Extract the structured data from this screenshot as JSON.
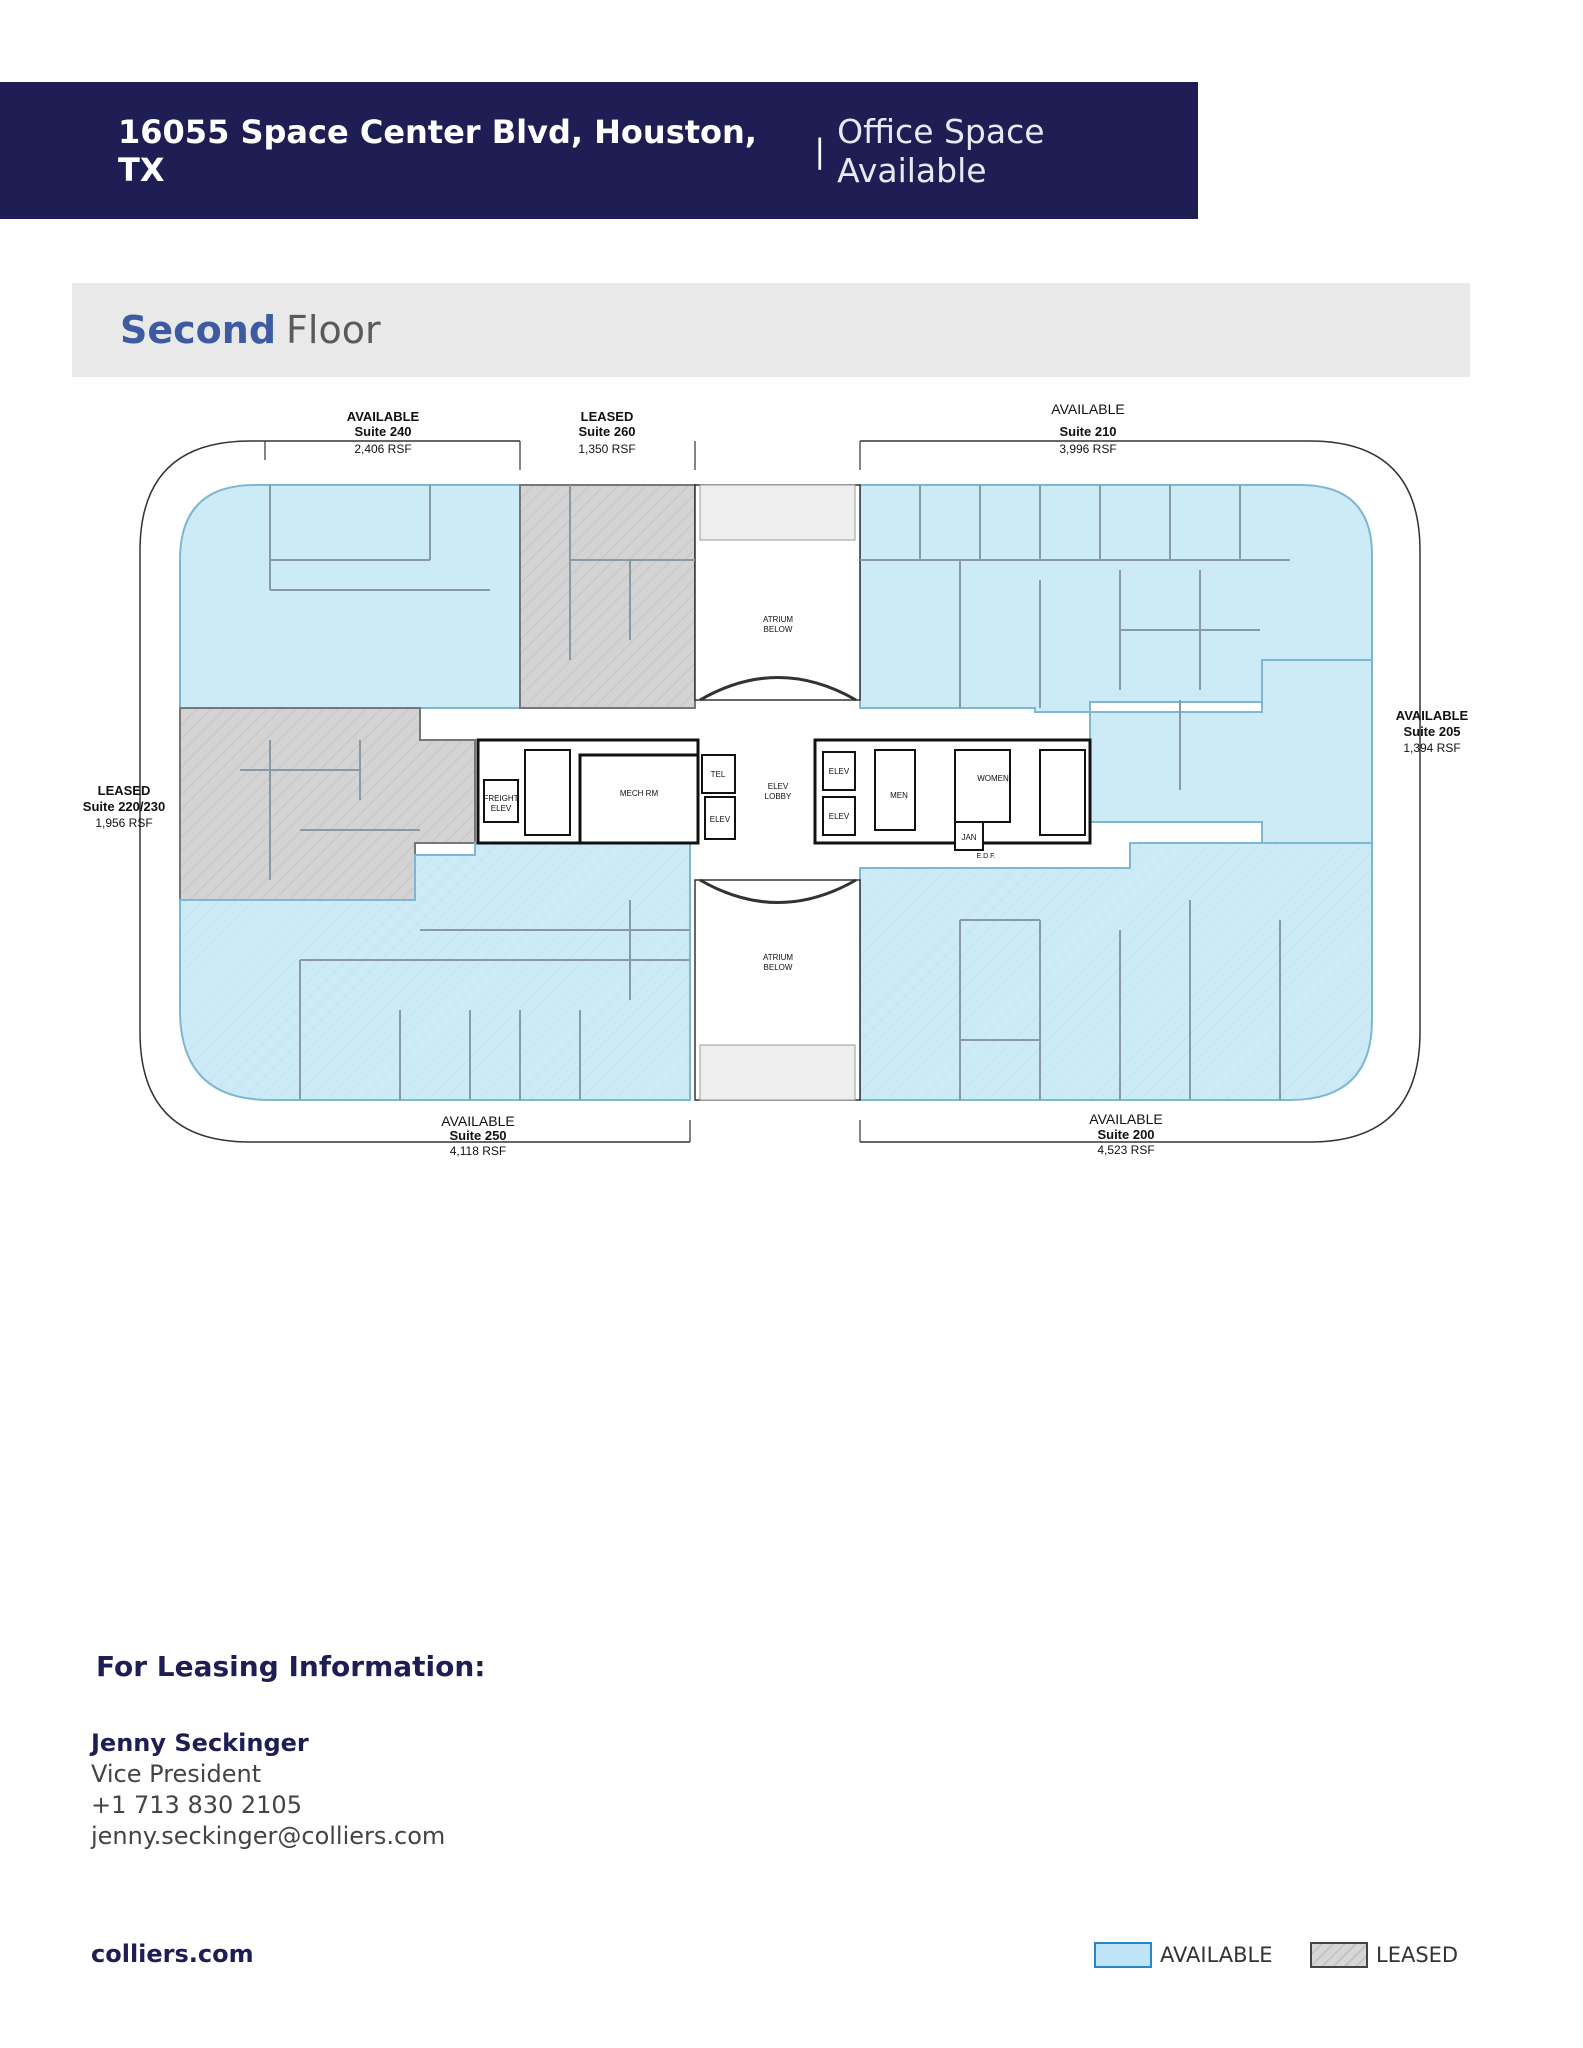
{
  "header": {
    "address": "16055 Space Center Blvd, Houston, TX",
    "separator": "|",
    "subtitle": "Office Space Available"
  },
  "floor": {
    "bold": "Second",
    "normal": "Floor"
  },
  "plan": {
    "suites": [
      {
        "status": "AVAILABLE",
        "suite": "Suite 240",
        "rsf": "2,406 RSF"
      },
      {
        "status": "LEASED",
        "suite": "Suite 260",
        "rsf": "1,350 RSF"
      },
      {
        "status": "AVAILABLE",
        "suite": "Suite 210",
        "rsf": "3,996 RSF"
      },
      {
        "status": "AVAILABLE",
        "suite": "Suite 205",
        "rsf": "1,394 RSF"
      },
      {
        "status": "LEASED",
        "suite": "Suite 220/230",
        "rsf": "1,956 RSF"
      },
      {
        "status": "AVAILABLE",
        "suite": "Suite 250",
        "rsf": "4,118 RSF"
      },
      {
        "status": "AVAILABLE",
        "suite": "Suite 200",
        "rsf": "4,523 RSF"
      }
    ],
    "rooms": {
      "atrium_top": [
        "ATRIUM",
        "BELOW"
      ],
      "atrium_bottom": [
        "ATRIUM",
        "BELOW"
      ],
      "elev_lobby": [
        "ELEV",
        "LOBBY"
      ],
      "mech": "MECH RM",
      "tel": "TEL",
      "elev": "ELEV",
      "freight": [
        "FREIGHT",
        "ELEV"
      ],
      "men": "MEN",
      "women": "WOMEN",
      "jan": "JAN",
      "edf": "E.D.F."
    },
    "colors": {
      "available": "#cdebf7",
      "leased": "#d3d3d3",
      "available_stroke": "#7fb7d3"
    }
  },
  "contact": {
    "heading": "For Leasing Information:",
    "name": "Jenny Seckinger",
    "title": "Vice President",
    "phone": "+1 713 830 2105",
    "email": "jenny.seckinger@colliers.com"
  },
  "footer": {
    "site": "colliers.com",
    "legend_available": "AVAILABLE",
    "legend_leased": "LEASED"
  }
}
